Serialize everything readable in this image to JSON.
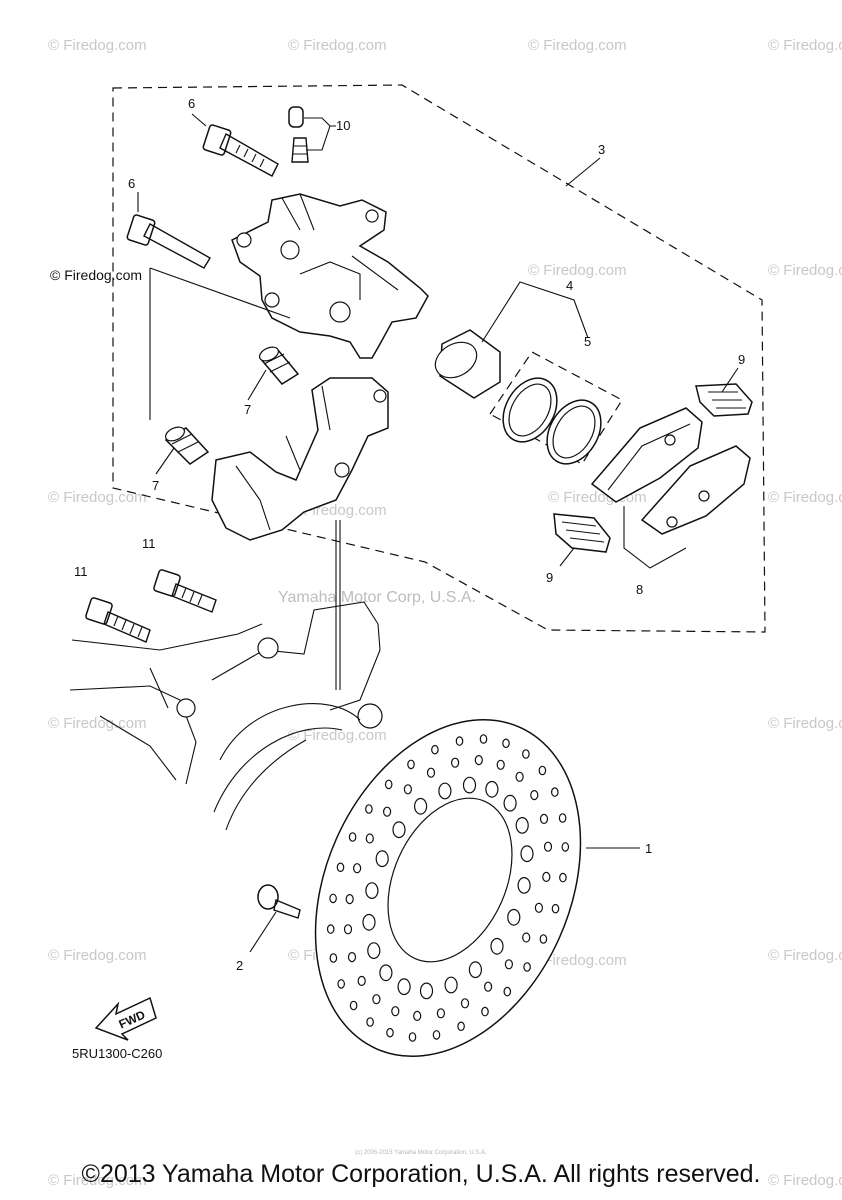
{
  "watermarks": {
    "site": "© Firedog.com",
    "corp": "Yamaha Motor Corp, U.S.A."
  },
  "callouts": {
    "disc": "1",
    "disc_bolt": "2",
    "caliper_assy": "3",
    "piston": "4",
    "seal_kit": "5",
    "bolt_6a": "6",
    "bolt_6b": "6",
    "pin_7a": "7",
    "pin_7b": "7",
    "pads": "8",
    "spring_9a": "9",
    "spring_9b": "9",
    "bleed_screw": "10",
    "bolt_11a": "11",
    "bolt_11b": "11"
  },
  "fwd_label": "FWD",
  "diagram_code": "5RU1300-C260",
  "tiny_notice": "(c) 2005-2015 Yamaha Motor Corporation, U.S.A.",
  "copyright": "©2013 Yamaha Motor Corporation, U.S.A. All rights reserved."
}
